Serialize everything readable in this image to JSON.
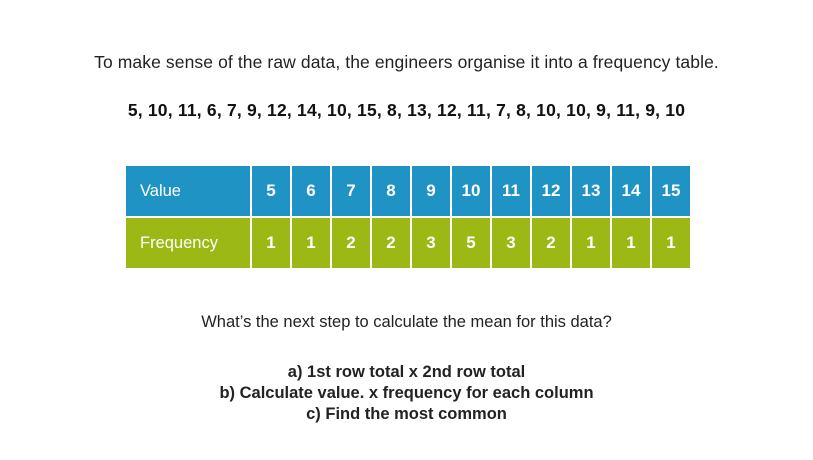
{
  "intro": "To make sense of the raw data, the engineers organise it into a frequency table.",
  "raw_data": "5, 10, 11, 6, 7, 9, 12, 14, 10, 15, 8, 13, 12, 11, 7, 8, 10, 10, 9, 11, 9, 10",
  "table": {
    "row_labels": [
      "Value",
      "Frequency"
    ],
    "values": [
      "5",
      "6",
      "7",
      "8",
      "9",
      "10",
      "11",
      "12",
      "13",
      "14",
      "15"
    ],
    "frequencies": [
      "1",
      "1",
      "2",
      "2",
      "3",
      "5",
      "3",
      "2",
      "1",
      "1",
      "1"
    ],
    "value_row_color": "#1f94c4",
    "frequency_row_color": "#9bb814"
  },
  "question": "What’s the next step to calculate the mean for this data?",
  "options": [
    "a) 1st row total x 2nd row total",
    "b) Calculate value. x frequency for each column",
    "c) Find the most common"
  ]
}
